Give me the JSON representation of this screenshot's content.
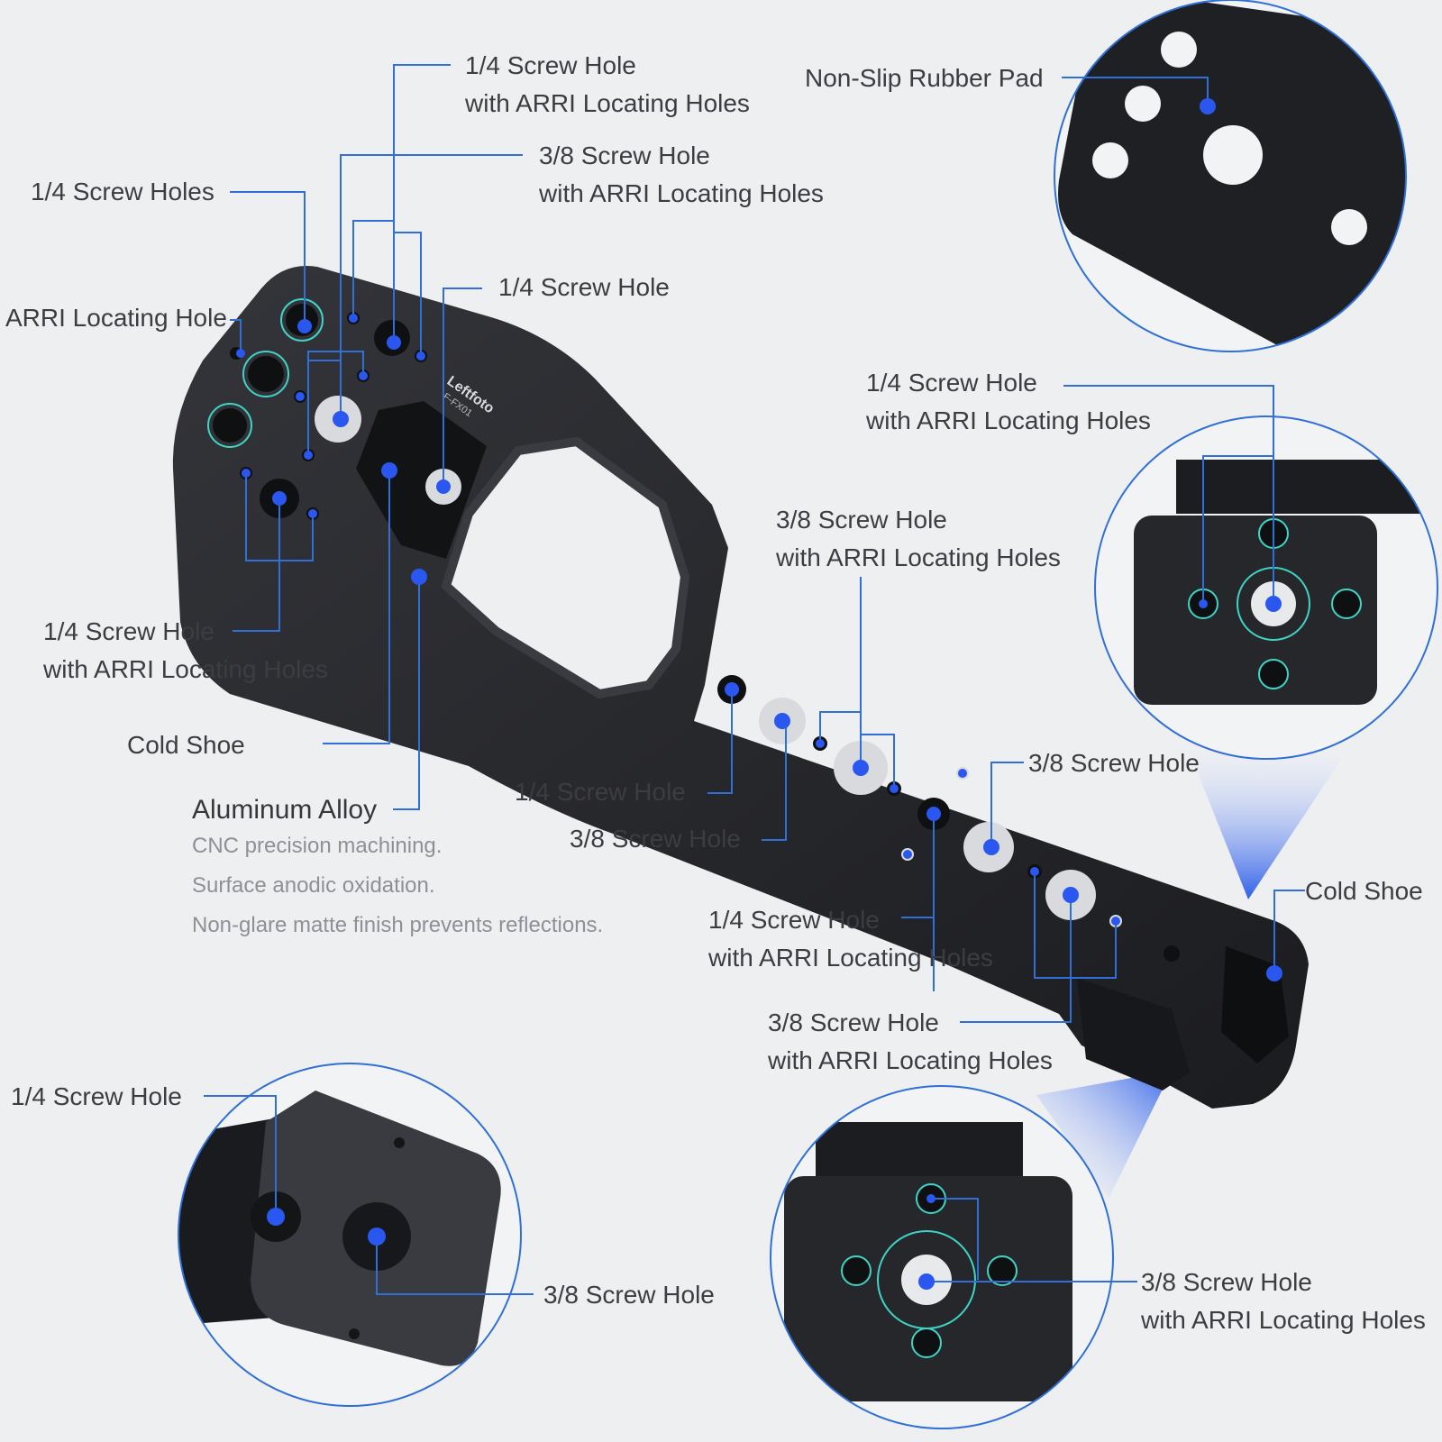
{
  "colors": {
    "background": "#eeeff1",
    "metal_dark": "#1e1f22",
    "metal_mid": "#2c2d31",
    "leader_line": "#2f6fd6",
    "marker_dot": "#2a57f0",
    "teal_ring": "#3fd4c6",
    "text": "#3b3d42",
    "subtext": "#8d9097"
  },
  "logo": {
    "brand": "Leftfoto",
    "model": "F-FX01"
  },
  "labels": {
    "screw_14_arri_top": {
      "line1": "1/4 Screw Hole",
      "line2": "with ARRI Locating Holes"
    },
    "screw_38_arri_top": {
      "line1": "3/8 Screw Hole",
      "line2": "with ARRI Locating Holes"
    },
    "screw_14_holes": "1/4  Screw Holes",
    "arri_locating_hole": "ARRI Locating Hole",
    "screw_14_plate": "1/4  Screw Hole",
    "non_slip_pad": "Non-Slip Rubber Pad",
    "screw_14_arri_right": {
      "line1": "1/4 Screw Hole",
      "line2": "with ARRI Locating Holes"
    },
    "screw_38_arri_mid": {
      "line1": "3/8 Screw Hole",
      "line2": "with ARRI Locating Holes"
    },
    "screw_14_arri_left": {
      "line1": "1/4 Screw Hole",
      "line2": "with ARRI Locating Holes"
    },
    "cold_shoe_left": "Cold Shoe",
    "aluminum": {
      "title": "Aluminum Alloy",
      "lines": [
        "CNC precision machining.",
        "Surface anodic oxidation.",
        "Non-glare matte finish prevents reflections."
      ]
    },
    "screw_14_arm": "1/4  Screw Hole",
    "screw_38_arm": "3/8  Screw Hole",
    "screw_38_right": "3/8  Screw Hole",
    "cold_shoe_right": "Cold Shoe",
    "screw_14_arri_arm": {
      "line1": "1/4 Screw Hole",
      "line2": "with ARRI Locating Holes"
    },
    "screw_38_arri_arm": {
      "line1": "3/8 Screw Hole",
      "line2": "with ARRI Locating Holes"
    },
    "screw_14_bottom_left": "1/4  Screw Hole",
    "screw_38_bottom_left": "3/8  Screw Hole",
    "screw_38_arri_bottom_right": {
      "line1": "3/8 Screw Hole",
      "line2": "with ARRI Locating Holes"
    }
  }
}
